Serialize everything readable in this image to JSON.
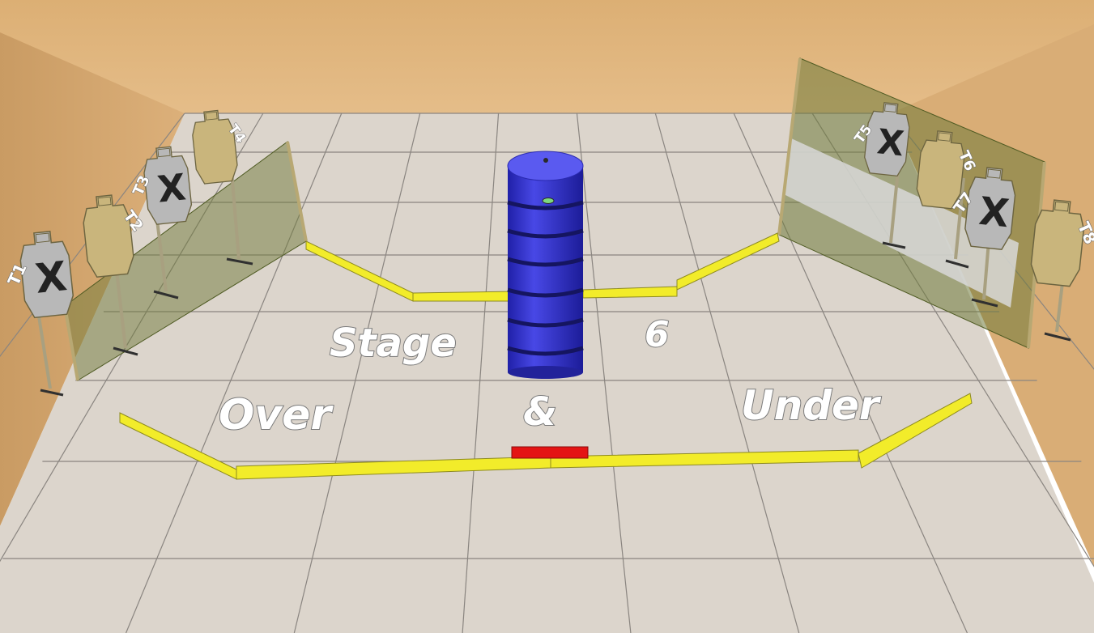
{
  "stage": {
    "words": {
      "stage": "Stage",
      "number": "6",
      "over": "Over",
      "amp": "&",
      "under": "Under"
    },
    "targets": [
      {
        "label": "T1",
        "mark": "X"
      },
      {
        "label": "T2",
        "mark": ""
      },
      {
        "label": "T3",
        "mark": "X"
      },
      {
        "label": "T4",
        "mark": ""
      },
      {
        "label": "T5",
        "mark": "X"
      },
      {
        "label": "T6",
        "mark": ""
      },
      {
        "label": "T7",
        "mark": "X"
      },
      {
        "label": "T8",
        "mark": ""
      }
    ]
  },
  "colors": {
    "wall": "#e2b780",
    "floor": "#dcd5cc",
    "fault_line": "#f2ec2a",
    "start_box": "#e41414",
    "barrel": "#3434d0",
    "target": "#c9b57c",
    "no_shoot": "#b8b8b8",
    "wall_panel": "#6f7a3a"
  }
}
